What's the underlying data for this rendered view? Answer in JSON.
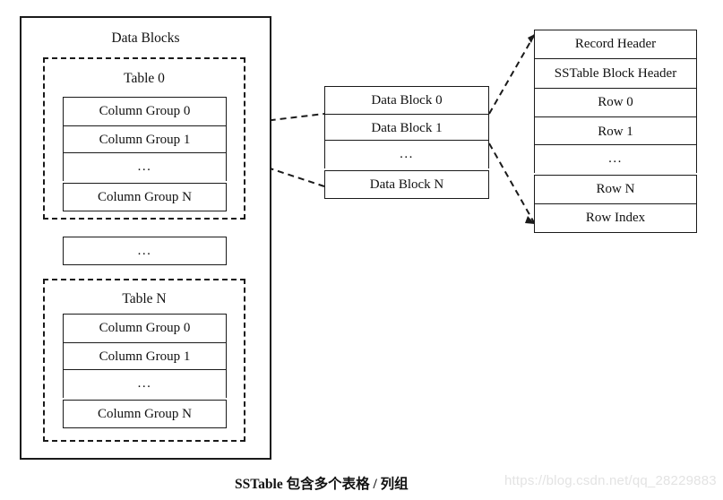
{
  "figure": {
    "caption": "SSTable 包含多个表格 / 列组",
    "watermark": "https://blog.csdn.net/qq_28229883"
  },
  "left_panel": {
    "title": "Data Blocks",
    "table0": {
      "title": "Table 0",
      "rows": [
        "Column Group 0",
        "Column Group 1",
        "...",
        "Column Group N"
      ]
    },
    "spacer": {
      "label": "..."
    },
    "tableN": {
      "title": "Table N",
      "rows": [
        "Column Group 0",
        "Column Group 1",
        "...",
        "Column Group N"
      ]
    }
  },
  "middle_panel": {
    "rows": [
      "Data Block 0",
      "Data Block 1",
      "...",
      "Data Block  N"
    ]
  },
  "right_panel": {
    "rows": [
      "Record Header",
      "SSTable Block Header",
      "Row 0",
      "Row 1",
      "...",
      "Row N",
      "Row Index"
    ]
  },
  "colors": {
    "stroke": "#1a1a1a",
    "background": "#ffffff",
    "watermark": "#e3e3e3"
  }
}
